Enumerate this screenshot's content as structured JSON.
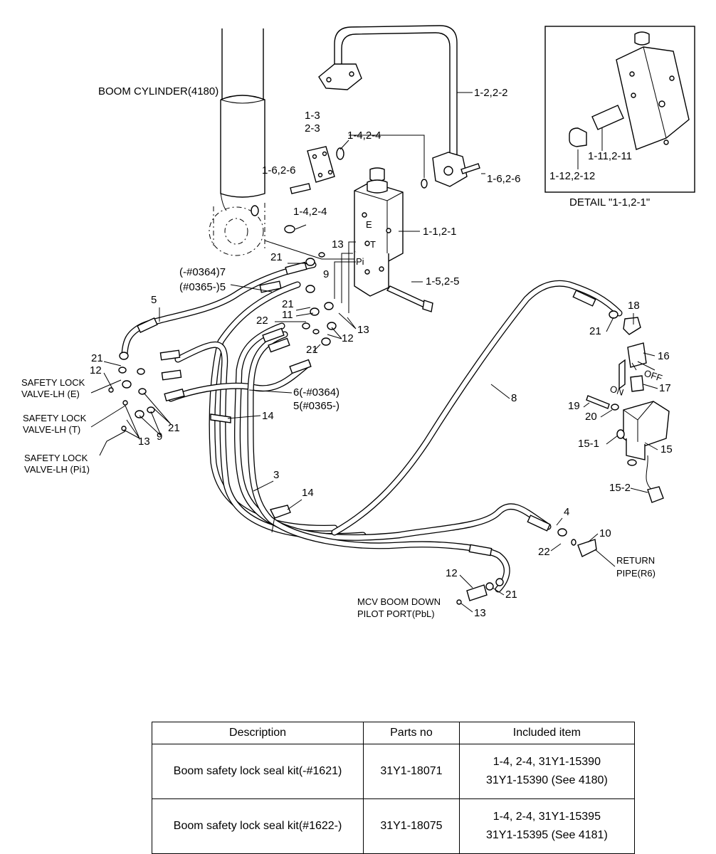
{
  "diagram": {
    "labels": {
      "boom_cylinder": "BOOM CYLINDER(4180)",
      "detail_caption": "DETAIL \"1-1,2-1\"",
      "detail_11": "1-11,2-11",
      "detail_12": "1-12,2-12",
      "l_1_2": "1-2,2-2",
      "l_1_3": "1-3",
      "l_2_3": "2-3",
      "l_1_4_top": "1-4,2-4",
      "l_1_6_left": "1-6,2-6",
      "l_1_6_right": "1-6,2-6",
      "l_1_4_mid": "1-4,2-4",
      "l_1_1": "1-1,2-1",
      "l_13_a": "13",
      "l_21_a": "21",
      "l_9_a": "9",
      "l_0364_7": "(-#0364)7",
      "l_0365_5": "(#0365-)5",
      "l_1_5": "1-5,2-5",
      "l_5": "5",
      "l_21_b": "21",
      "l_22_a": "22",
      "l_11": "11",
      "l_12_a": "12",
      "l_13_b": "13",
      "l_21_c": "21",
      "l_21_d": "21",
      "l_12_b": "12",
      "safety_e_1": "SAFETY LOCK",
      "safety_e_2": "VALVE-LH (E)",
      "safety_t_1": "SAFETY LOCK",
      "safety_t_2": "VALVE-LH (T)",
      "safety_pi_1": "SAFETY LOCK",
      "safety_pi_2": "VALVE-LH (Pi1)",
      "l_13_c": "13",
      "l_9_b": "9",
      "l_21_e": "21",
      "l_6": "6(-#0364)",
      "l_5b": "5(#0365-)",
      "l_14_a": "14",
      "l_3": "3",
      "l_14_b": "14",
      "l_8": "8",
      "l_18": "18",
      "l_21_f": "21",
      "l_16": "16",
      "l_off": "OFF",
      "l_on": "ON",
      "l_17": "17",
      "l_19": "19",
      "l_20": "20",
      "l_15_1": "15-1",
      "l_15": "15",
      "l_15_2": "15-2",
      "l_4": "4",
      "l_10": "10",
      "l_22_b": "22",
      "return_1": "RETURN",
      "return_2": "PIPE(R6)",
      "l_12_c": "12",
      "l_21_g": "21",
      "mcv_1": "MCV BOOM DOWN",
      "mcv_2": "PILOT PORT(PbL)",
      "l_13_d": "13",
      "port_e": "E",
      "port_t": "T",
      "port_pi": "Pi"
    }
  },
  "table": {
    "headers": {
      "description": "Description",
      "parts_no": "Parts no",
      "included": "Included item"
    },
    "rows": [
      {
        "description": "Boom safety lock seal kit(-#1621)",
        "parts_no": "31Y1-18071",
        "included_1": "1-4, 2-4, 31Y1-15390",
        "included_2": "31Y1-15390 (See 4180)"
      },
      {
        "description": "Boom safety lock seal kit(#1622-)",
        "parts_no": "31Y1-18075",
        "included_1": "1-4, 2-4, 31Y1-15395",
        "included_2": "31Y1-15395 (See 4181)"
      }
    ]
  }
}
